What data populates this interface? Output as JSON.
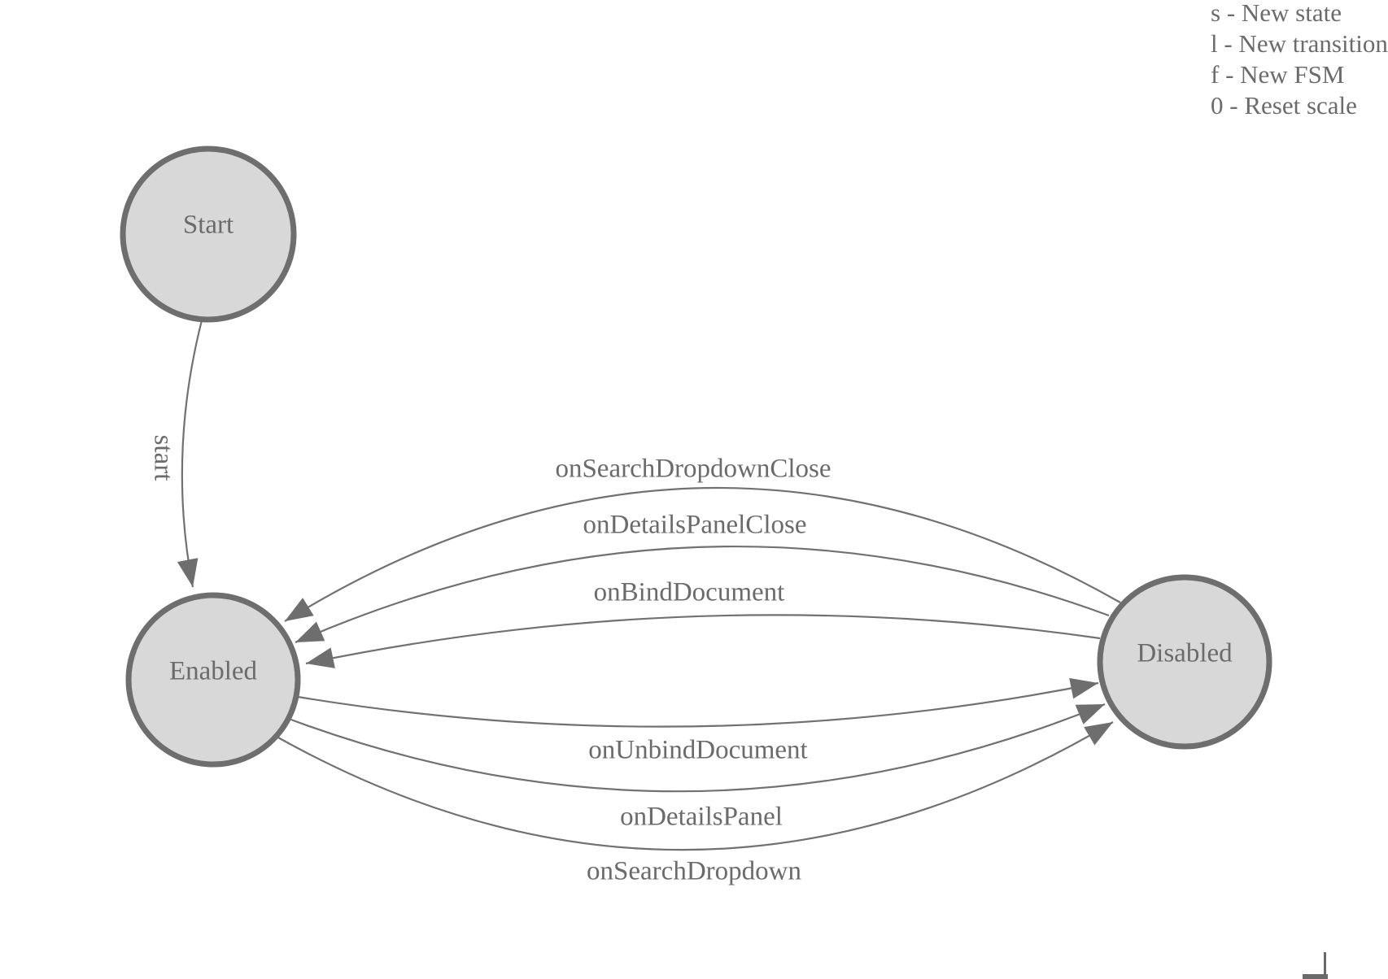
{
  "legend": {
    "lines": [
      "s - New state",
      "l - New transition",
      "f - New FSM",
      "0 - Reset scale"
    ]
  },
  "diagram": {
    "states": [
      {
        "label": "Start"
      },
      {
        "label": "Enabled"
      },
      {
        "label": "Disabled"
      }
    ],
    "transitions": [
      {
        "label": "start",
        "from": "Start",
        "to": "Enabled"
      },
      {
        "label": "onSearchDropdownClose",
        "from": "Disabled",
        "to": "Enabled"
      },
      {
        "label": "onDetailsPanelClose",
        "from": "Disabled",
        "to": "Enabled"
      },
      {
        "label": "onBindDocument",
        "from": "Disabled",
        "to": "Enabled"
      },
      {
        "label": "onUnbindDocument",
        "from": "Enabled",
        "to": "Disabled"
      },
      {
        "label": "onDetailsPanel",
        "from": "Enabled",
        "to": "Disabled"
      },
      {
        "label": "onSearchDropdown",
        "from": "Enabled",
        "to": "Disabled"
      }
    ],
    "colors": {
      "state_fill": "#d8d8d8",
      "state_stroke": "#6e6e6e",
      "edge_stroke": "#717171",
      "arrowhead_fill": "#6e6e6e",
      "label_text": "#6b6b6b",
      "background": "#ffffff"
    }
  }
}
